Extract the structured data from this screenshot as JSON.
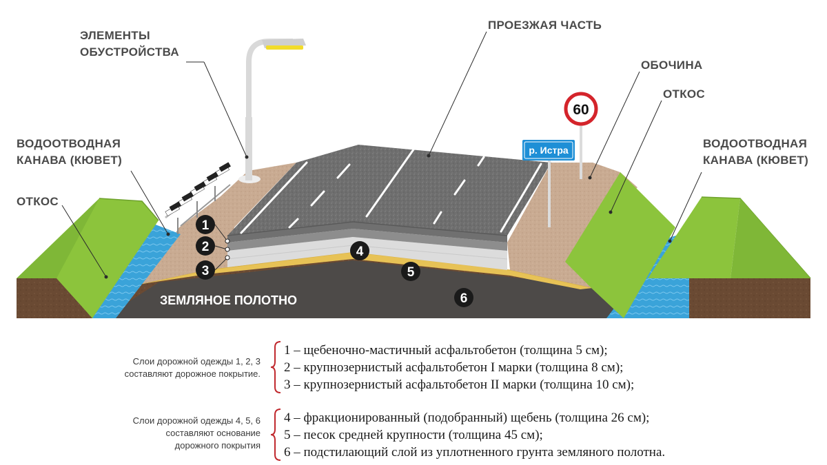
{
  "labels": {
    "fixtures": [
      "ЭЛЕМЕНТЫ",
      "ОБУСТРОЙСТВА"
    ],
    "carriageway": "ПРОЕЗЖАЯ ЧАСТЬ",
    "shoulder": "ОБОЧИНА",
    "slope_right": "ОТКОС",
    "ditch_left": [
      "ВОДООТВОДНАЯ",
      "КАНАВА (КЮВЕТ)"
    ],
    "ditch_right": [
      "ВОДООТВОДНАЯ",
      "КАНАВА (КЮВЕТ)"
    ],
    "slope_left": "ОТКОС",
    "subgrade": "ЗЕМЛЯНОЕ ПОЛОТНО"
  },
  "layer_markers": [
    "1",
    "2",
    "3",
    "4",
    "5",
    "6"
  ],
  "signs": {
    "speed_limit": "60",
    "direction": "р. Истра"
  },
  "legend": {
    "group1_note": [
      "Слои дорожной одежды 1, 2, 3",
      "составляют дорожное покрытие."
    ],
    "group1_items": [
      "1 – щебеночно-мастичный асфальтобетон (толщина 5 см);",
      "2 – крупнозернистый асфальтобетон I марки (толщина 8 см);",
      "3 – крупнозернистый асфальтобетон II марки (толщина 10 см);"
    ],
    "group2_note": [
      "Слои дорожной одежды 4, 5, 6",
      "составляют основание",
      "дорожного покрытия"
    ],
    "group2_items": [
      "4 – фракционированный (подобранный) щебень (толщина 26 см);",
      "5 – песок средней крупности (толщина 45 см);",
      "6 – подстилающий слой из уплотненного грунта земляного полотна."
    ]
  },
  "colors": {
    "grass": "#8cc43c",
    "water": "#3aa3d9",
    "soil": "#6b4a33",
    "sand": "#e9c55a",
    "asphalt": "#6c6c6c",
    "shoulder_ground": "#c7a88f",
    "brace": "#c0282d"
  }
}
